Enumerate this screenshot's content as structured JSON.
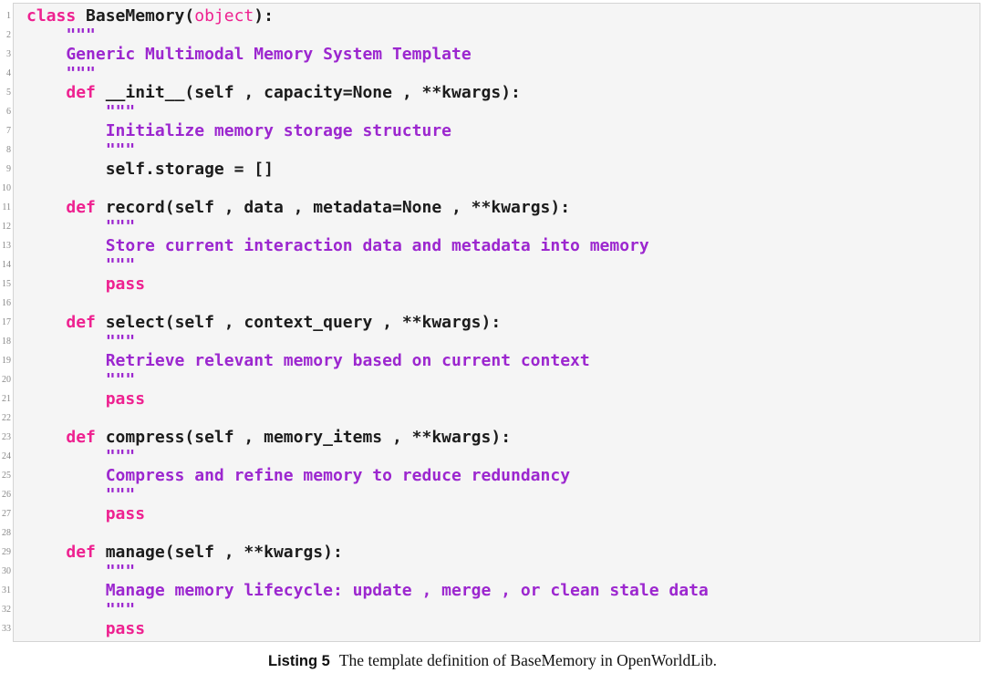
{
  "colors": {
    "keyword": "#ee2190",
    "builtin": "#ee2190",
    "string": "#9c27cf",
    "code": "#1c1c1c",
    "line_number": "#888888",
    "box_bg": "#f5f5f5",
    "box_border": "#d4d4d4"
  },
  "caption": {
    "label": "Listing 5",
    "text": "The template definition of BaseMemory in OpenWorldLib."
  },
  "listing": {
    "language": "python",
    "lines": [
      {
        "n": "1",
        "segs": [
          [
            "k",
            "class"
          ],
          [
            "c",
            " BaseMemory("
          ],
          [
            "b",
            "object"
          ],
          [
            "c",
            "):"
          ]
        ]
      },
      {
        "n": "2",
        "segs": [
          [
            "s",
            "    \"\"\""
          ]
        ]
      },
      {
        "n": "3",
        "segs": [
          [
            "s",
            "    Generic Multimodal Memory System Template"
          ]
        ]
      },
      {
        "n": "4",
        "segs": [
          [
            "s",
            "    \"\"\""
          ]
        ]
      },
      {
        "n": "5",
        "segs": [
          [
            "c",
            "    "
          ],
          [
            "k",
            "def"
          ],
          [
            "c",
            " __init__(self , capacity=None , **kwargs):"
          ]
        ]
      },
      {
        "n": "6",
        "segs": [
          [
            "s",
            "        \"\"\""
          ]
        ]
      },
      {
        "n": "7",
        "segs": [
          [
            "s",
            "        Initialize memory storage structure"
          ]
        ]
      },
      {
        "n": "8",
        "segs": [
          [
            "s",
            "        \"\"\""
          ]
        ]
      },
      {
        "n": "9",
        "segs": [
          [
            "c",
            "        self.storage = []"
          ]
        ]
      },
      {
        "n": "10",
        "segs": []
      },
      {
        "n": "11",
        "segs": [
          [
            "c",
            "    "
          ],
          [
            "k",
            "def"
          ],
          [
            "c",
            " record(self , data , metadata=None , **kwargs):"
          ]
        ]
      },
      {
        "n": "12",
        "segs": [
          [
            "s",
            "        \"\"\""
          ]
        ]
      },
      {
        "n": "13",
        "segs": [
          [
            "s",
            "        Store current interaction data and metadata into memory"
          ]
        ]
      },
      {
        "n": "14",
        "segs": [
          [
            "s",
            "        \"\"\""
          ]
        ]
      },
      {
        "n": "15",
        "segs": [
          [
            "c",
            "        "
          ],
          [
            "k",
            "pass"
          ]
        ]
      },
      {
        "n": "16",
        "segs": []
      },
      {
        "n": "17",
        "segs": [
          [
            "c",
            "    "
          ],
          [
            "k",
            "def"
          ],
          [
            "c",
            " select(self , context_query , **kwargs):"
          ]
        ]
      },
      {
        "n": "18",
        "segs": [
          [
            "s",
            "        \"\"\""
          ]
        ]
      },
      {
        "n": "19",
        "segs": [
          [
            "s",
            "        Retrieve relevant memory based on current context"
          ]
        ]
      },
      {
        "n": "20",
        "segs": [
          [
            "s",
            "        \"\"\""
          ]
        ]
      },
      {
        "n": "21",
        "segs": [
          [
            "c",
            "        "
          ],
          [
            "k",
            "pass"
          ]
        ]
      },
      {
        "n": "22",
        "segs": []
      },
      {
        "n": "23",
        "segs": [
          [
            "c",
            "    "
          ],
          [
            "k",
            "def"
          ],
          [
            "c",
            " compress(self , memory_items , **kwargs):"
          ]
        ]
      },
      {
        "n": "24",
        "segs": [
          [
            "s",
            "        \"\"\""
          ]
        ]
      },
      {
        "n": "25",
        "segs": [
          [
            "s",
            "        Compress and refine memory to reduce redundancy"
          ]
        ]
      },
      {
        "n": "26",
        "segs": [
          [
            "s",
            "        \"\"\""
          ]
        ]
      },
      {
        "n": "27",
        "segs": [
          [
            "c",
            "        "
          ],
          [
            "k",
            "pass"
          ]
        ]
      },
      {
        "n": "28",
        "segs": []
      },
      {
        "n": "29",
        "segs": [
          [
            "c",
            "    "
          ],
          [
            "k",
            "def"
          ],
          [
            "c",
            " manage(self , **kwargs):"
          ]
        ]
      },
      {
        "n": "30",
        "segs": [
          [
            "s",
            "        \"\"\""
          ]
        ]
      },
      {
        "n": "31",
        "segs": [
          [
            "s",
            "        Manage memory lifecycle: update , merge , or clean stale data"
          ]
        ]
      },
      {
        "n": "32",
        "segs": [
          [
            "s",
            "        \"\"\""
          ]
        ]
      },
      {
        "n": "33",
        "segs": [
          [
            "c",
            "        "
          ],
          [
            "k",
            "pass"
          ]
        ]
      }
    ]
  }
}
